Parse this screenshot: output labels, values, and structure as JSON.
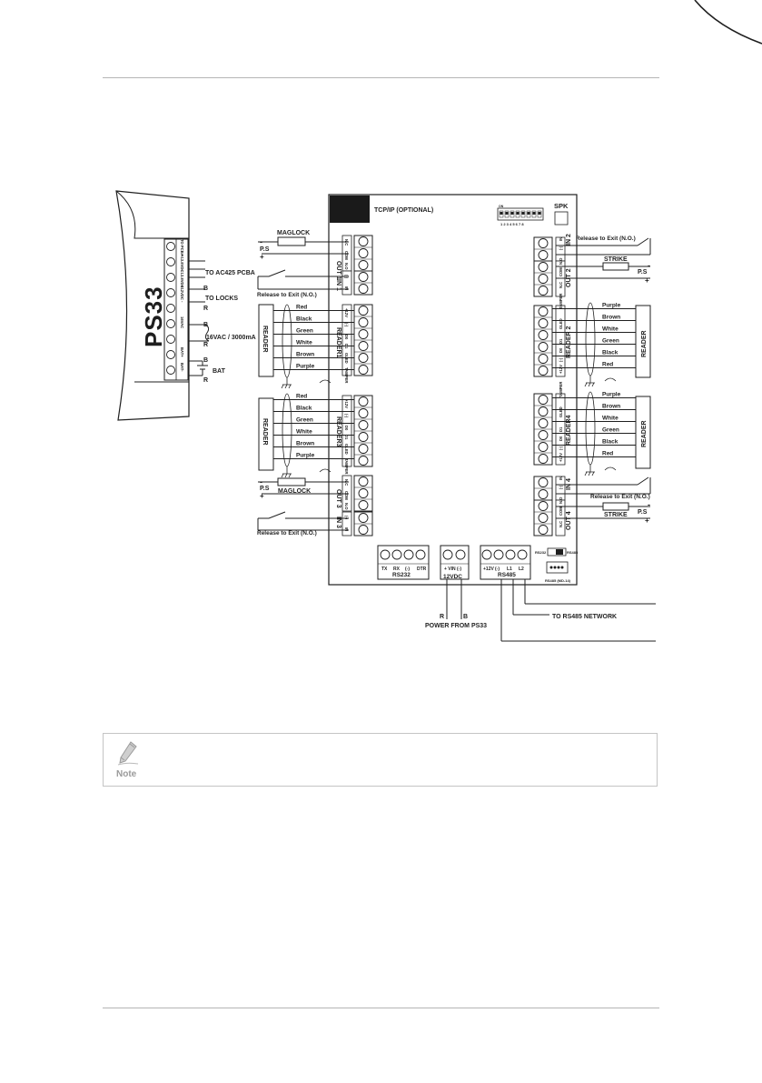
{
  "main_board": {
    "tcpip": "TCP/IP (OPTIONAL)",
    "spk": "SPK",
    "dip_on": "ON",
    "dip_numbers": "1 2 3 4 5 6 7 8"
  },
  "ps33": {
    "title": "PS33",
    "terminals": [
      "TO PCBA",
      "+13.8VDC",
      "- 13.8VDC",
      "+12VDC",
      "-",
      "16VAC",
      "",
      "BAT+",
      "BAT-"
    ],
    "to_ac425": "TO AC425 PCBA",
    "to_locks": "TO LOCKS",
    "vac": "16VAC / 3000mA",
    "bat": "BAT",
    "b": "B",
    "r": "R"
  },
  "left": {
    "maglock": "MAGLOCK",
    "ps": "P.S",
    "out1": "OUT 1",
    "in1": "IN 1",
    "out1_pins": [
      "N.C",
      "COM",
      "N.O"
    ],
    "in1_pins": [
      "(-)",
      "IN"
    ],
    "release": "Release to Exit (N.O.)",
    "reader": "READER",
    "reader1": "READER1",
    "reader3": "READER3",
    "reader_pins": [
      "+12V",
      "(-)",
      "D0",
      "D1",
      "GLED",
      "TAMPER"
    ],
    "colors_1": [
      "Red",
      "Black",
      "Green",
      "White",
      "Brown",
      "Purple"
    ],
    "colors_3": [
      "Red",
      "Black",
      "Green",
      "White",
      "Brown",
      "Purple"
    ],
    "out3": "OUT 3",
    "in3": "IN 3",
    "maglock3": "MAGLOCK",
    "release3": "Release to Exit (N.O.)"
  },
  "right": {
    "release2": "Release to Exit (N.O.)",
    "in2": "IN 2",
    "out2": "OUT 2",
    "strike": "STRIKE",
    "ps": "P.S",
    "reader2": "READER 2",
    "reader4": "READER4",
    "reader": "READER",
    "colors_2": [
      "Purple",
      "Brown",
      "White",
      "Green",
      "Black",
      "Red"
    ],
    "colors_4": [
      "Purple",
      "Brown",
      "White",
      "Green",
      "Black",
      "Red"
    ],
    "in4": "IN 4",
    "out4": "OUT 4",
    "release4": "Release to Exit (N.O.)",
    "strike4": "STRIKE"
  },
  "bottom": {
    "rs232": "RS232",
    "rs232_pins": [
      "TX",
      "RX",
      "(-)",
      "DTR"
    ],
    "vdc": "12VDC",
    "vdc_pins": [
      "+ VIN",
      "(-)"
    ],
    "rs485": "RS485",
    "rs485_pins": [
      "+12V",
      "(-)",
      "L1",
      "L2"
    ],
    "r": "R",
    "b": "B",
    "power": "POWER FROM PS33",
    "network": "TO RS485 NETWORK",
    "rs232_sw": "RS232",
    "rs485_sw": "RS485",
    "rs485_jack": "RS485 (MD-14)"
  },
  "note": {
    "label": "Note"
  },
  "colors": {
    "line": "#1f1f1f",
    "rule": "#b5b5b5",
    "note_border": "#c4c4c4",
    "note_text": "#9a9a9a",
    "tcp_block": "#1a1a1a"
  }
}
